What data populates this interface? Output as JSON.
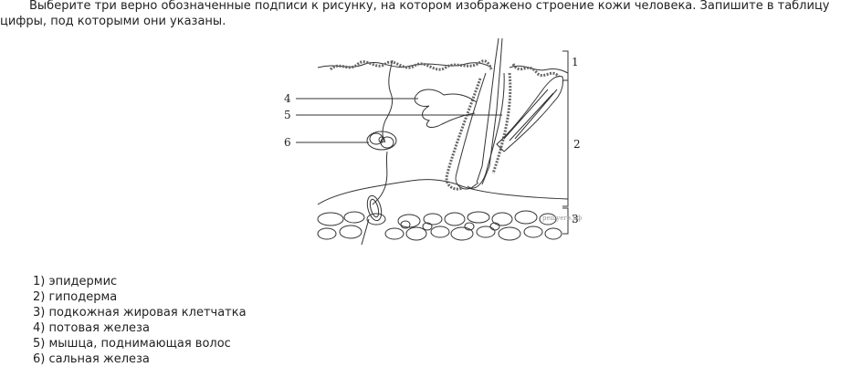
{
  "question": {
    "text": "Выберите три верно обозначенные подписи к рисунку, на котором изображено строение кожи человека. Запишите в таблицу цифры, под которыми они указаны."
  },
  "figure": {
    "labels": {
      "l1": "1",
      "l2": "2",
      "l3": "3",
      "l4": "4",
      "l5": "5",
      "l6": "6"
    },
    "watermark": "решуегэ.рф"
  },
  "options": [
    {
      "text": "1) эпидермис"
    },
    {
      "text": "2) гиподерма"
    },
    {
      "text": "3) подкожная жировая клетчатка"
    },
    {
      "text": "4) потовая железа"
    },
    {
      "text": "5) мышца, поднимающая волос"
    },
    {
      "text": "6) сальная железа"
    }
  ]
}
